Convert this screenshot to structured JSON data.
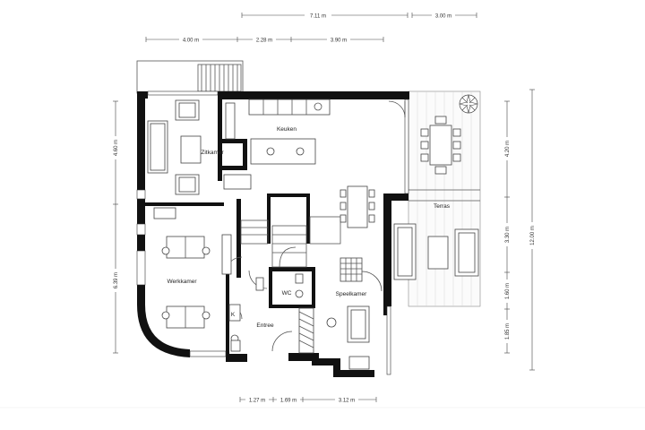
{
  "rooms": {
    "zitkamer": "Zitkamer",
    "keuken": "Keuken",
    "terras": "Terras",
    "werkkamer": "Werkkamer",
    "wc": "WC",
    "speelkamer": "Speelkamer",
    "entree": "Entree",
    "k": "K"
  },
  "dimensions": {
    "top_row1": [
      "7.11 m",
      "3.00 m"
    ],
    "top_row2": [
      "4.00 m",
      "2.28 m",
      "3.90 m"
    ],
    "left": [
      "4.60 m",
      "6.39 m"
    ],
    "right_inner": [
      "4.20 m",
      "3.30 m",
      "1.60 m",
      "1.85 m"
    ],
    "right_outer": "12.00 m",
    "bottom": [
      "1.27 m",
      "1.69 m",
      "3.12 m"
    ]
  },
  "footer": [
    "",
    ""
  ],
  "colors": {
    "wall": "#111111",
    "line": "#555555",
    "background": "#ffffff"
  }
}
